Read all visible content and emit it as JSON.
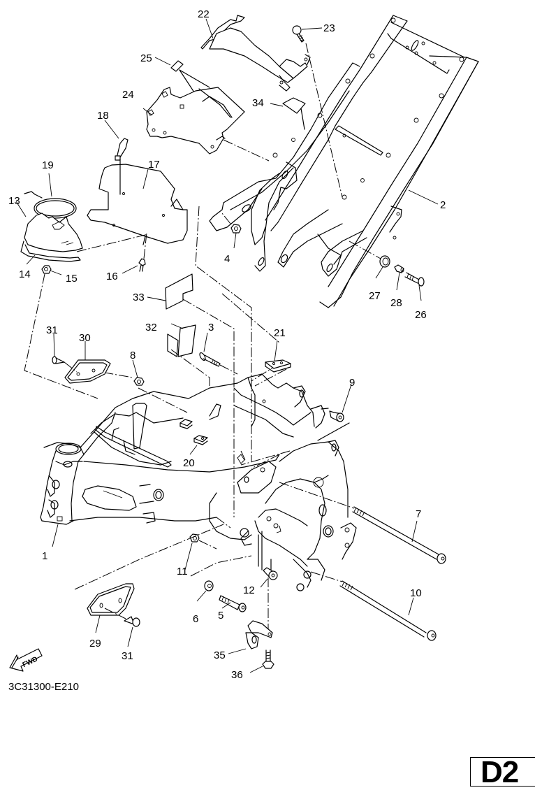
{
  "diagram": {
    "title": "Frame assembly exploded parts diagram",
    "drawing_code": "3C31300-E210",
    "page_marker": "D2",
    "forward_indicator": "FWD",
    "callouts": [
      {
        "id": "c1",
        "label": "1",
        "part": "frame"
      },
      {
        "id": "c2",
        "label": "2",
        "part": "rear-frame"
      },
      {
        "id": "c3",
        "label": "3",
        "part": "bolt"
      },
      {
        "id": "c4",
        "label": "4",
        "part": "nut"
      },
      {
        "id": "c5",
        "label": "5",
        "part": "bolt"
      },
      {
        "id": "c6",
        "label": "6",
        "part": "washer"
      },
      {
        "id": "c7",
        "label": "7",
        "part": "long-bolt"
      },
      {
        "id": "c8",
        "label": "8",
        "part": "nut"
      },
      {
        "id": "c9",
        "label": "9",
        "part": "collar-bolt"
      },
      {
        "id": "c10",
        "label": "10",
        "part": "long-bolt"
      },
      {
        "id": "c11",
        "label": "11",
        "part": "nut"
      },
      {
        "id": "c12",
        "label": "12",
        "part": "collar"
      },
      {
        "id": "c13",
        "label": "13",
        "part": "guard"
      },
      {
        "id": "c14",
        "label": "14",
        "part": "damper"
      },
      {
        "id": "c15",
        "label": "15",
        "part": "nut"
      },
      {
        "id": "c16",
        "label": "16",
        "part": "rivet"
      },
      {
        "id": "c17",
        "label": "17",
        "part": "cover"
      },
      {
        "id": "c18",
        "label": "18",
        "part": "clamp"
      },
      {
        "id": "c19",
        "label": "19",
        "part": "band"
      },
      {
        "id": "c20",
        "label": "20",
        "part": "plate"
      },
      {
        "id": "c21",
        "label": "21",
        "part": "holder"
      },
      {
        "id": "c22",
        "label": "22",
        "part": "bracket"
      },
      {
        "id": "c23",
        "label": "23",
        "part": "screw"
      },
      {
        "id": "c24",
        "label": "24",
        "part": "tray"
      },
      {
        "id": "c25",
        "label": "25",
        "part": "damper"
      },
      {
        "id": "c26",
        "label": "26",
        "part": "bolt"
      },
      {
        "id": "c27",
        "label": "27",
        "part": "grommet"
      },
      {
        "id": "c28",
        "label": "28",
        "part": "collar"
      },
      {
        "id": "c29",
        "label": "29",
        "part": "cover"
      },
      {
        "id": "c30",
        "label": "30",
        "part": "cover"
      },
      {
        "id": "c31a",
        "label": "31",
        "part": "screw"
      },
      {
        "id": "c31b",
        "label": "31",
        "part": "screw"
      },
      {
        "id": "c32",
        "label": "32",
        "part": "damper"
      },
      {
        "id": "c33",
        "label": "33",
        "part": "damper"
      },
      {
        "id": "c34",
        "label": "34",
        "part": "damper"
      },
      {
        "id": "c35",
        "label": "35",
        "part": "bracket"
      },
      {
        "id": "c36",
        "label": "36",
        "part": "bolt"
      }
    ]
  }
}
